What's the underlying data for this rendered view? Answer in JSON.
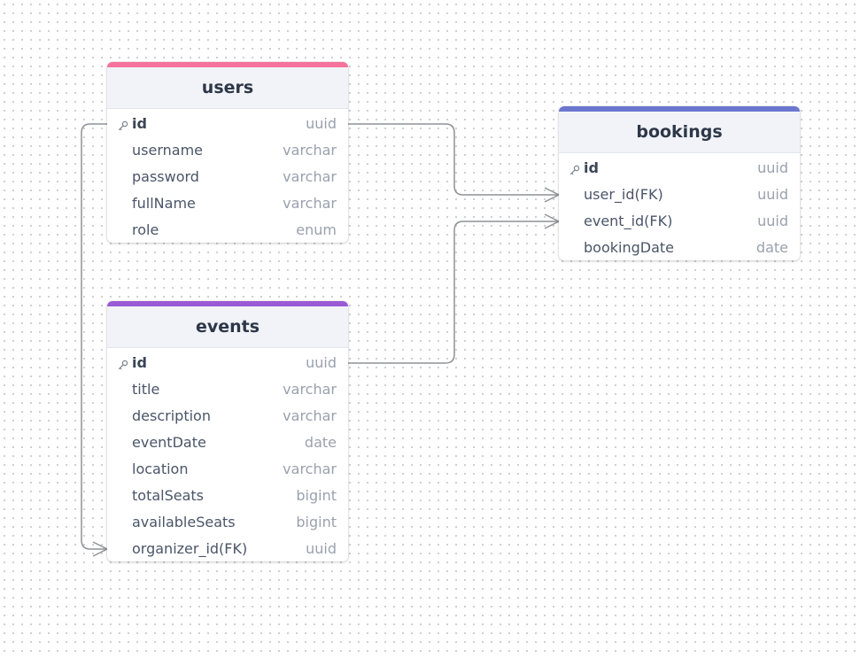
{
  "colors": {
    "users_accent": "#f4729b",
    "events_accent": "#9a5ad6",
    "bookings_accent": "#6b76cf",
    "connector": "#8f9196"
  },
  "tables": {
    "users": {
      "title": "users",
      "fields": [
        {
          "name": "id",
          "type": "uuid",
          "pk": true
        },
        {
          "name": "username",
          "type": "varchar"
        },
        {
          "name": "password",
          "type": "varchar"
        },
        {
          "name": "fullName",
          "type": "varchar"
        },
        {
          "name": "role",
          "type": "enum"
        }
      ]
    },
    "events": {
      "title": "events",
      "fields": [
        {
          "name": "id",
          "type": "uuid",
          "pk": true
        },
        {
          "name": "title",
          "type": "varchar"
        },
        {
          "name": "description",
          "type": "varchar"
        },
        {
          "name": "eventDate",
          "type": "date"
        },
        {
          "name": "location",
          "type": "varchar"
        },
        {
          "name": "totalSeats",
          "type": "bigint"
        },
        {
          "name": "availableSeats",
          "type": "bigint"
        },
        {
          "name": "organizer_id(FK)",
          "type": "uuid"
        }
      ]
    },
    "bookings": {
      "title": "bookings",
      "fields": [
        {
          "name": "id",
          "type": "uuid",
          "pk": true
        },
        {
          "name": "user_id(FK)",
          "type": "uuid"
        },
        {
          "name": "event_id(FK)",
          "type": "uuid"
        },
        {
          "name": "bookingDate",
          "type": "date"
        }
      ]
    }
  },
  "relations": [
    {
      "from": "users.id",
      "to": "bookings.user_id(FK)",
      "cardinality": "one-to-many"
    },
    {
      "from": "events.id",
      "to": "bookings.event_id(FK)",
      "cardinality": "one-to-many"
    },
    {
      "from": "users.id",
      "to": "events.organizer_id(FK)",
      "cardinality": "one-to-many"
    }
  ]
}
